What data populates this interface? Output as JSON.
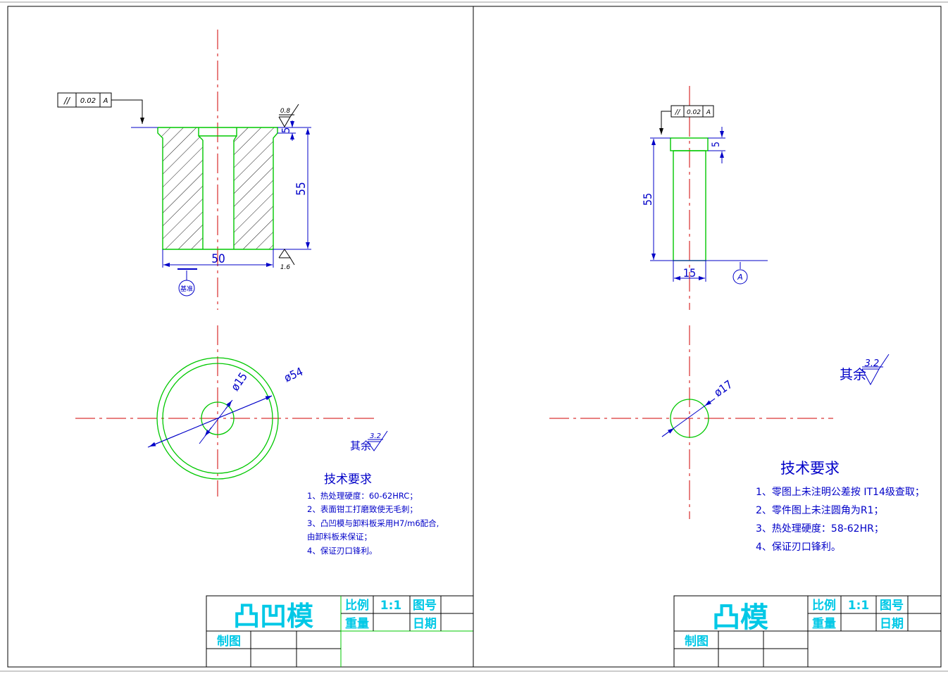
{
  "left_sheet": {
    "part_name": "凸凹模",
    "tolerance_frame": {
      "symbol": "//",
      "value": "0.02",
      "datum": "A"
    },
    "roughness_top": "0.8",
    "roughness_bottom": "1.6",
    "roughness_other": "3.2",
    "roughness_other_label": "其余",
    "dims": {
      "step_height": "5",
      "height": "55",
      "width": "50",
      "bore_dia": "ø15",
      "outer_dia": "ø54"
    },
    "datum_label": "基准",
    "tech_title": "技术要求",
    "tech_items": [
      "1、热处理硬度：60-62HRC；",
      "2、表面钳工打磨致使无毛刺；",
      "3、凸凹模与卸料板采用H7/m6配合,",
      "由卸料板来保证；",
      "4、保证刃口锋利。"
    ],
    "title_block": {
      "scale_label": "比例",
      "scale_value": "1:1",
      "drawing_no_label": "图号",
      "weight_label": "重量",
      "date_label": "日期",
      "drawn_by_label": "制图"
    }
  },
  "right_sheet": {
    "part_name": "凸模",
    "tolerance_frame": {
      "symbol": "//",
      "value": "0.02",
      "datum": "A"
    },
    "roughness_other": "3.2",
    "roughness_other_label": "其余",
    "dims": {
      "step_height": "5",
      "height": "55",
      "width": "15",
      "dia": "ø17"
    },
    "datum_label": "A",
    "tech_title": "技术要求",
    "tech_items": [
      "1、零图上未注明公差按 IT14级查取；",
      "2、零件图上未注圆角为R1；",
      "3、热处理硬度：58-62HR；",
      "4、保证刃口锋利。"
    ],
    "title_block": {
      "scale_label": "比例",
      "scale_value": "1:1",
      "drawing_no_label": "图号",
      "weight_label": "重量",
      "date_label": "日期",
      "drawn_by_label": "制图"
    }
  },
  "colors": {
    "outline": "#00c800",
    "center_line": "#d20000",
    "dimension": "#0000c8",
    "title_text": "#00c8e6",
    "hatch": "#000000"
  }
}
